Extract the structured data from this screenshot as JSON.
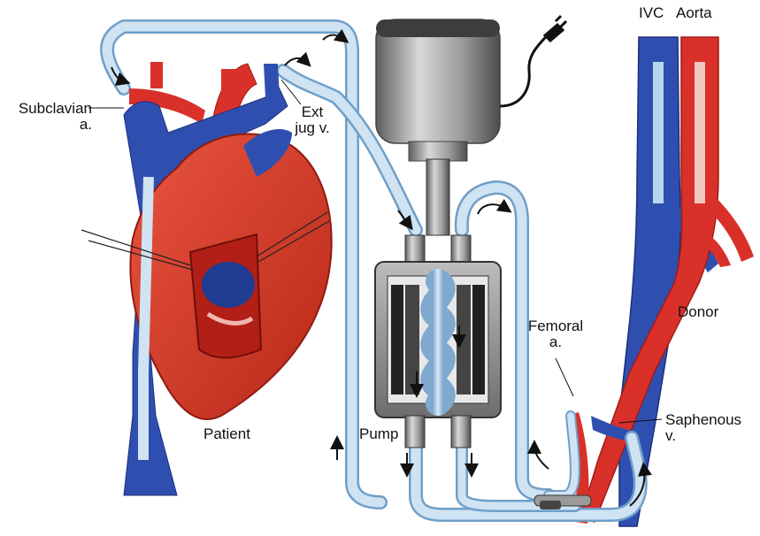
{
  "labels": {
    "ivc": "IVC",
    "aorta": "Aorta",
    "subclavian_line1": "Subclavian",
    "subclavian_line2": "a.",
    "ext_jug_line1": "Ext",
    "ext_jug_line2": "jug v.",
    "patient": "Patient",
    "pump": "Pump",
    "donor": "Donor",
    "femoral_line1": "Femoral",
    "femoral_line2": "a.",
    "saphenous_line1": "Saphenous",
    "saphenous_line2": "v."
  },
  "colors": {
    "tube": "#b9d6ec",
    "tube_edge": "#6f9fc8",
    "artery": "#d9302a",
    "artery_dark": "#9e1c17",
    "vein": "#2f4fb0",
    "vein_dark": "#1c2f7a",
    "pump_metal": "#8e8e8e",
    "pump_dark": "#3a3a3a",
    "heart": "#d23a2c"
  }
}
